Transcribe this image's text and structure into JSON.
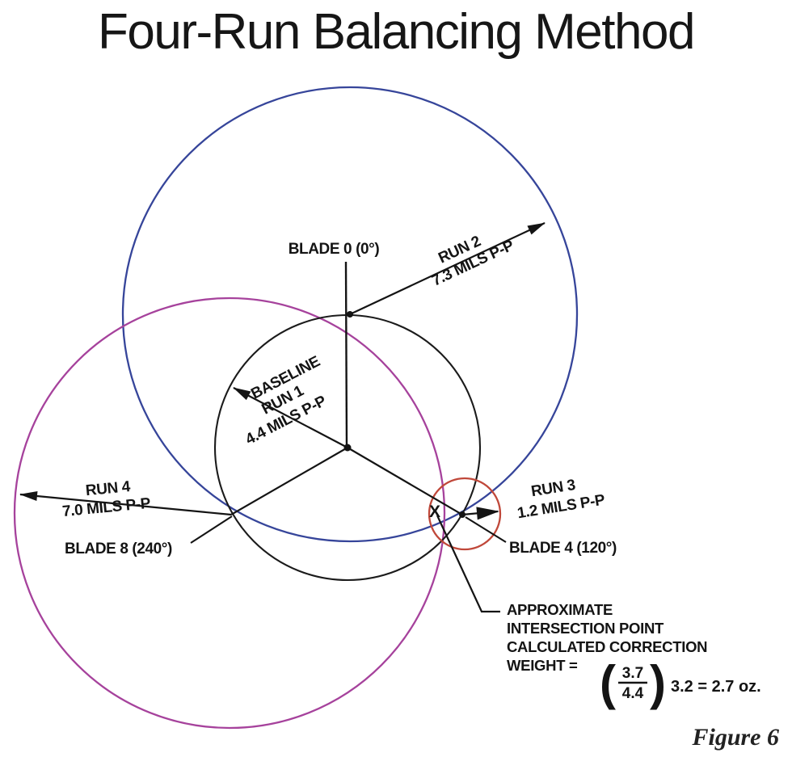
{
  "title": "Four-Run Balancing Method",
  "figure_caption": "Figure 6",
  "colors": {
    "run2_circle": "#36459a",
    "run4_circle": "#a6429c",
    "baseline_circle": "#1b1b1b",
    "run3_circle": "#c0483a",
    "ink": "#141414"
  },
  "labels": {
    "blade0": "BLADE 0 (0°)",
    "blade4": "BLADE 4 (120°)",
    "blade8": "BLADE 8 (240°)",
    "x_marker": "X",
    "run2": {
      "line1": "RUN 2",
      "line2": "7.3 MILS P-P"
    },
    "baseline": {
      "line1": "BASELINE",
      "line2": "RUN 1",
      "line3": "4.4 MILS P-P"
    },
    "run3": {
      "line1": "RUN 3",
      "line2": "1.2 MILS P-P"
    },
    "run4": {
      "line1": "RUN 4",
      "line2": "7.0 MILS P-P"
    }
  },
  "annotation": {
    "line1": "APPROXIMATE",
    "line2": "INTERSECTION POINT",
    "line3": "CALCULATED CORRECTION",
    "line4": "WEIGHT =",
    "open_paren": "(",
    "close_paren": ")",
    "numerator": "3.7",
    "denominator": "4.4",
    "result": "3.2 = 2.7 oz."
  }
}
